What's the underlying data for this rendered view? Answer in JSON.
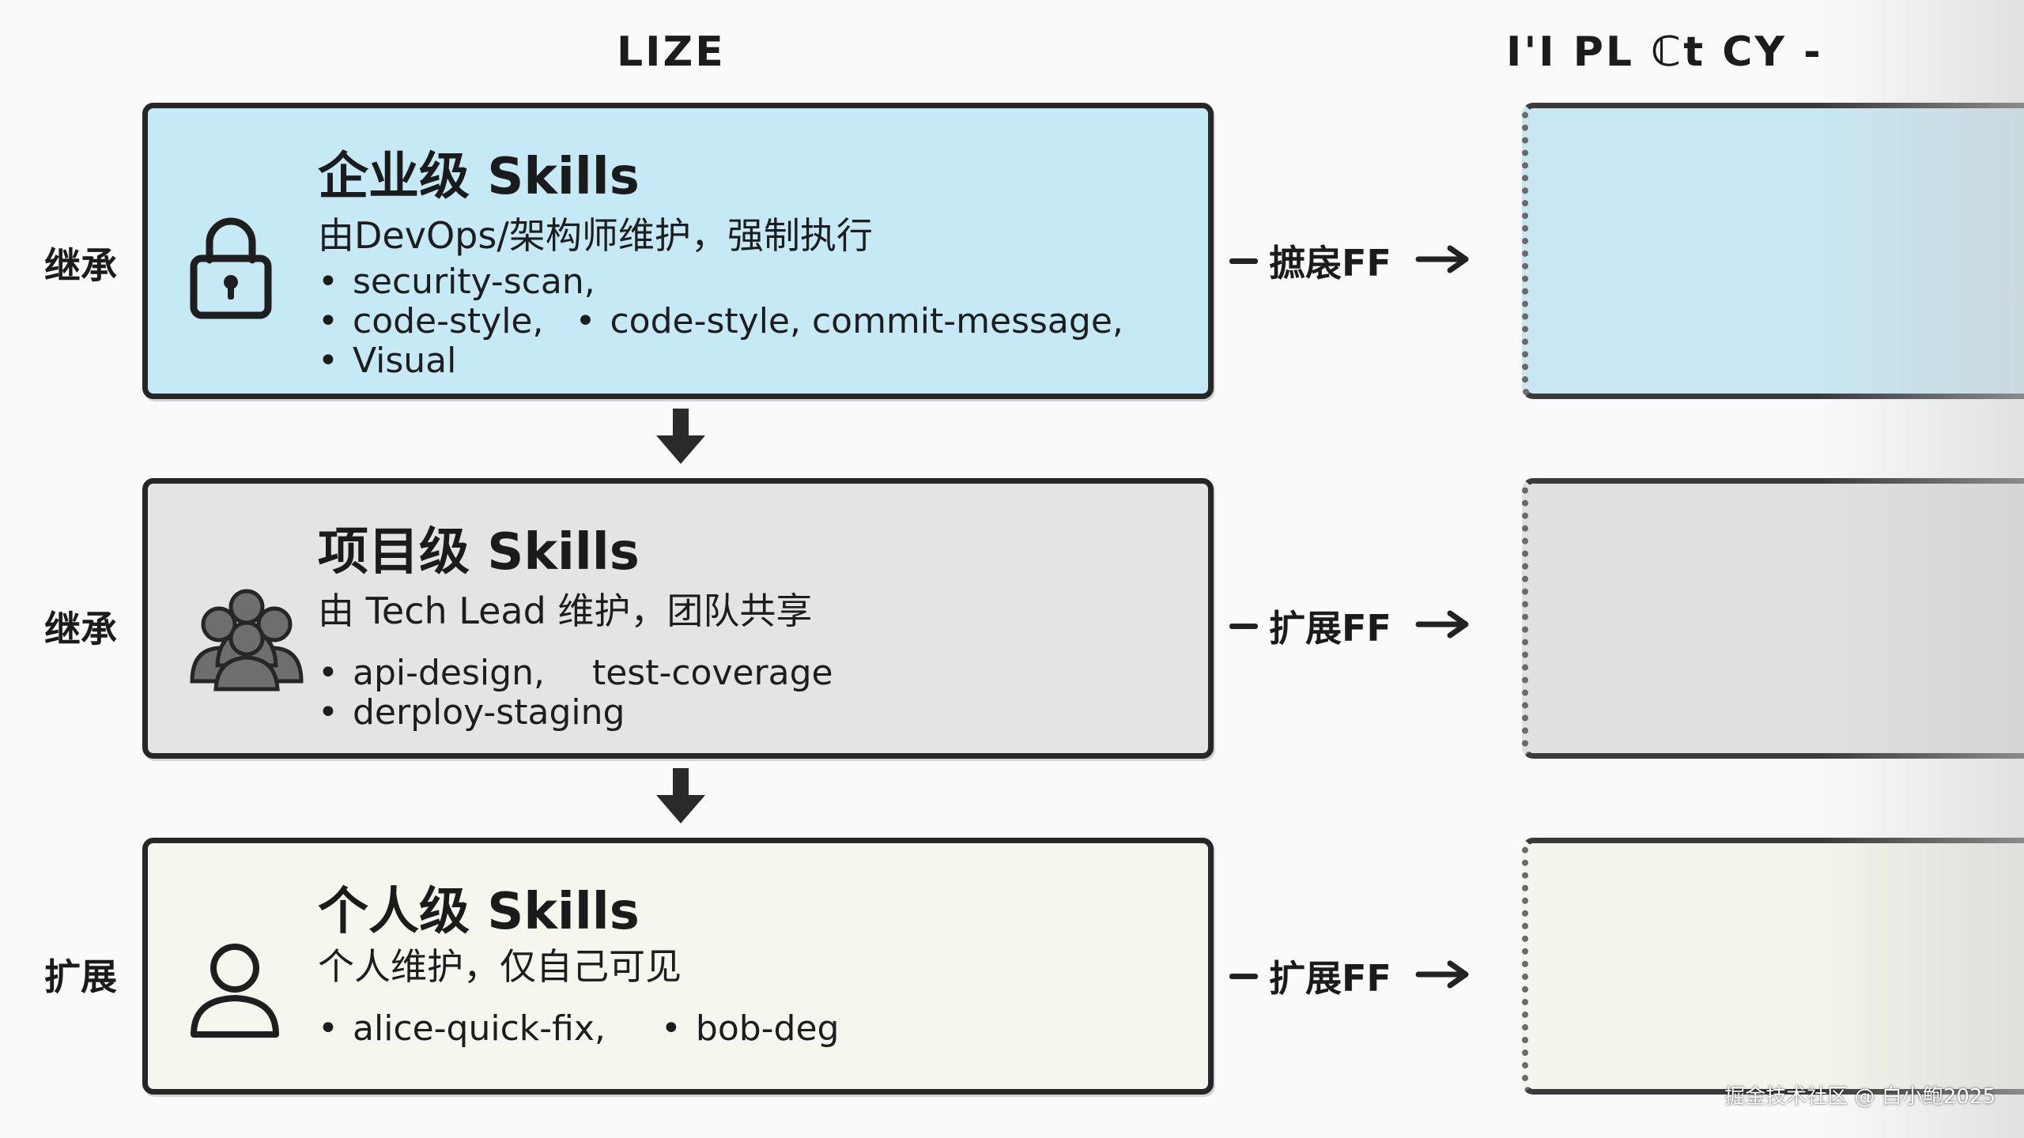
{
  "headers": {
    "left": "LIZE",
    "right": "I'I PL ℂt CY -"
  },
  "tiers": [
    {
      "side_label": "继承",
      "title": "企业级 Skills",
      "description": "由DevOps/架构师维护，强制执行",
      "skills": [
        [
          "security-scan,"
        ],
        [
          "code-style,",
          "code-style, commit-message,"
        ],
        [
          "Visual"
        ]
      ],
      "extend_label": "摭扆FF",
      "icon": "lock-icon",
      "fill": "#c5e9f5"
    },
    {
      "side_label": "继承",
      "title": "项目级 Skills",
      "description": "由 Tech Lead 维护，团队共享",
      "skills": [
        [
          "api-design,",
          "test-coverage"
        ],
        [
          "derploy-staging"
        ]
      ],
      "extend_label": "扩展FF",
      "icon": "team-icon",
      "fill": "#e4e4e4"
    },
    {
      "side_label": "扩展",
      "title": "个人级 Skills",
      "description": "个人维护，仅自己可见",
      "skills": [
        [
          "alice-quick-fix,",
          "bob-deg"
        ]
      ],
      "extend_label": "扩展FF",
      "icon": "user-icon",
      "fill": "#f6f6ee"
    }
  ],
  "bullet": "•",
  "watermark": "掘金技术社区 @ 白小鲍2025"
}
